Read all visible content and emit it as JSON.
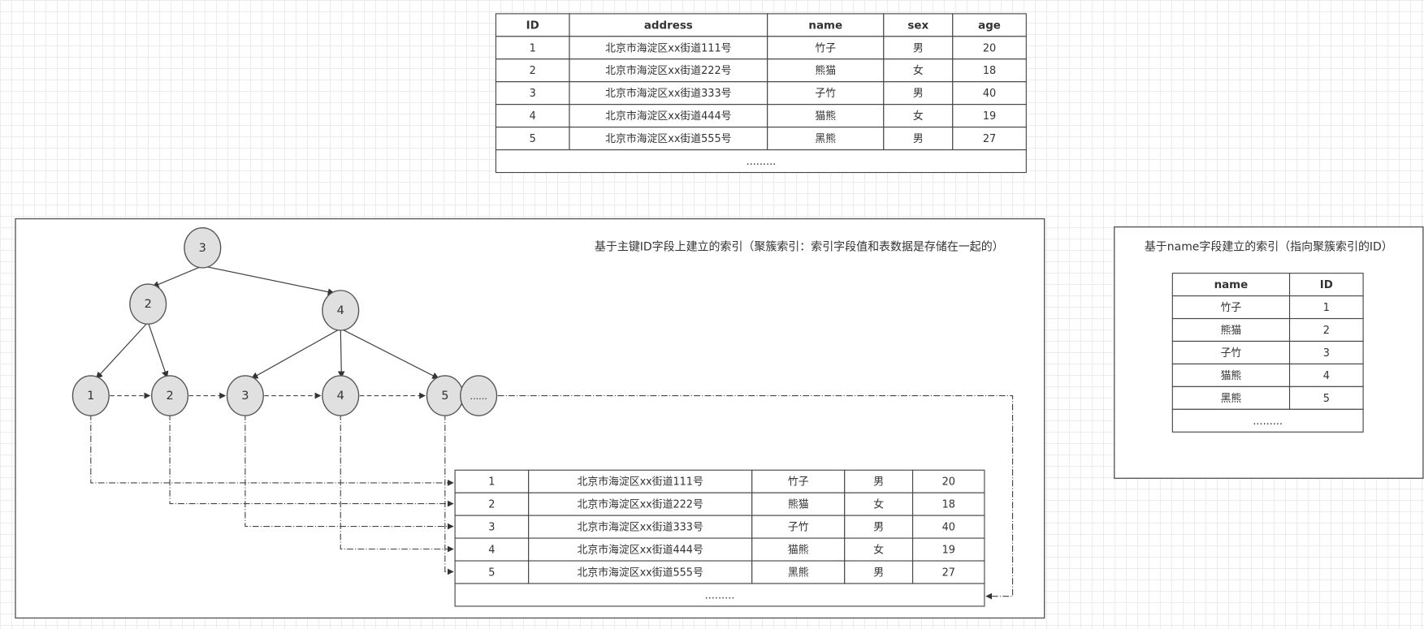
{
  "table_top": {
    "headers": [
      "ID",
      "address",
      "name",
      "sex",
      "age"
    ],
    "rows": [
      [
        "1",
        "北京市海淀区xx街道111号",
        "竹子",
        "男",
        "20"
      ],
      [
        "2",
        "北京市海淀区xx街道222号",
        "熊猫",
        "女",
        "18"
      ],
      [
        "3",
        "北京市海淀区xx街道333号",
        "子竹",
        "男",
        "40"
      ],
      [
        "4",
        "北京市海淀区xx街道444号",
        "猫熊",
        "女",
        "19"
      ],
      [
        "5",
        "北京市海淀区xx街道555号",
        "黑熊",
        "男",
        "27"
      ]
    ],
    "footer": "........."
  },
  "clustered_index": {
    "title": "基于主键ID字段上建立的索引（聚簇索引：索引字段值和表数据是存储在一起的）",
    "tree": {
      "root": "3",
      "level2": [
        "2",
        "4"
      ],
      "leaves": [
        "1",
        "2",
        "3",
        "4",
        "5"
      ],
      "more": "......"
    },
    "table": {
      "rows": [
        [
          "1",
          "北京市海淀区xx街道111号",
          "竹子",
          "男",
          "20"
        ],
        [
          "2",
          "北京市海淀区xx街道222号",
          "熊猫",
          "女",
          "18"
        ],
        [
          "3",
          "北京市海淀区xx街道333号",
          "子竹",
          "男",
          "40"
        ],
        [
          "4",
          "北京市海淀区xx街道444号",
          "猫熊",
          "女",
          "19"
        ],
        [
          "5",
          "北京市海淀区xx街道555号",
          "黑熊",
          "男",
          "27"
        ]
      ],
      "footer": "........."
    }
  },
  "secondary_index": {
    "title": "基于name字段建立的索引（指向聚簇索引的ID）",
    "headers": [
      "name",
      "ID"
    ],
    "rows": [
      [
        "竹子",
        "1"
      ],
      [
        "熊猫",
        "2"
      ],
      [
        "子竹",
        "3"
      ],
      [
        "猫熊",
        "4"
      ],
      [
        "黑熊",
        "5"
      ]
    ],
    "footer": "........."
  }
}
